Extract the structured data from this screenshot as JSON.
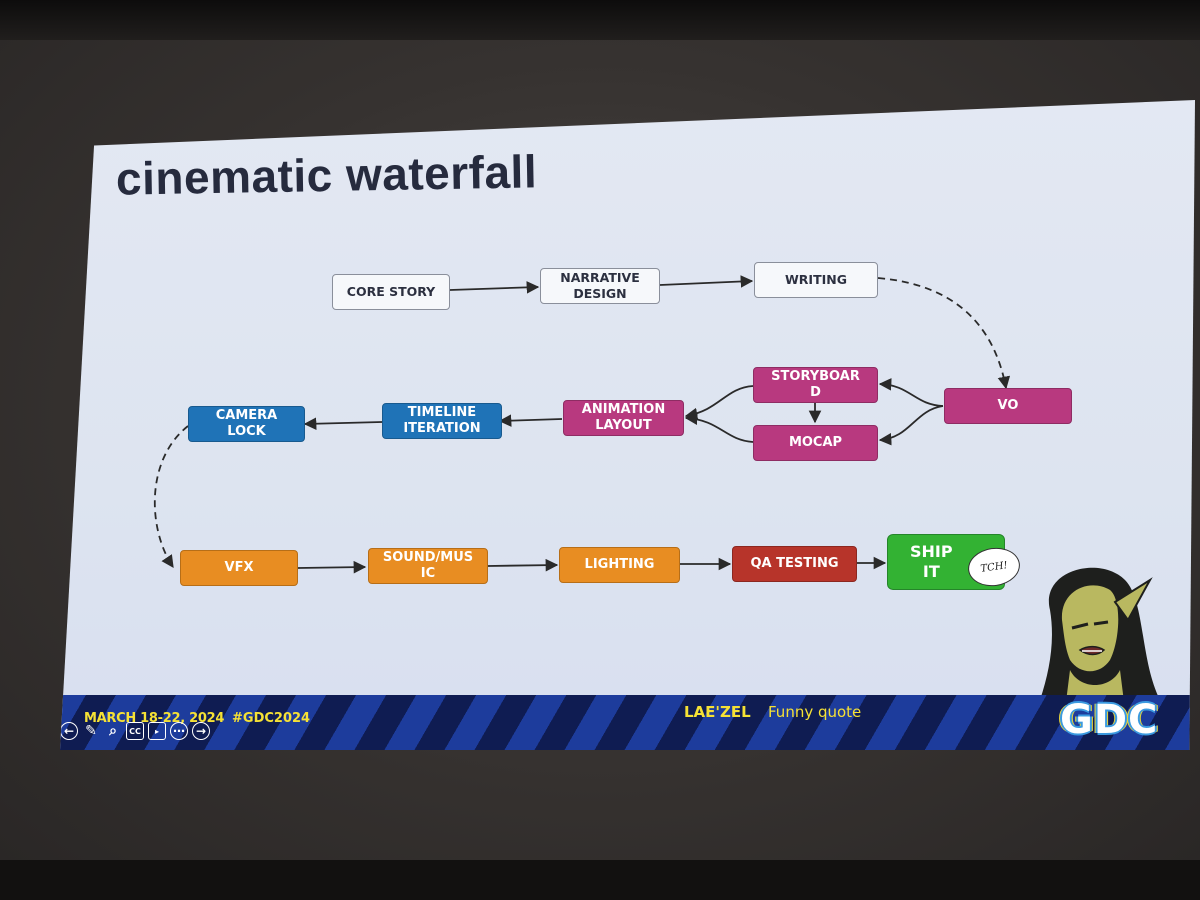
{
  "slide": {
    "title": "cinematic waterfall"
  },
  "nodes": [
    {
      "id": "core_story",
      "label": "CORE STORY",
      "color": "white"
    },
    {
      "id": "narrative",
      "label": "NARRATIVE\nDESIGN",
      "color": "white"
    },
    {
      "id": "writing",
      "label": "WRITING",
      "color": "white"
    },
    {
      "id": "vo",
      "label": "VO",
      "color": "pink"
    },
    {
      "id": "storyboard",
      "label": "STORYBOAR\nD",
      "color": "pink"
    },
    {
      "id": "mocap",
      "label": "MOCAP",
      "color": "pink"
    },
    {
      "id": "animation",
      "label": "ANIMATION\nLAYOUT",
      "color": "pink"
    },
    {
      "id": "timeline",
      "label": "TIMELINE\nITERATION",
      "color": "blue"
    },
    {
      "id": "camera",
      "label": "CAMERA\nLOCK",
      "color": "blue"
    },
    {
      "id": "vfx",
      "label": "VFX",
      "color": "orange"
    },
    {
      "id": "sound",
      "label": "SOUND/MUS\nIC",
      "color": "orange"
    },
    {
      "id": "lighting",
      "label": "LIGHTING",
      "color": "orange"
    },
    {
      "id": "qa",
      "label": "QA TESTING",
      "color": "red"
    },
    {
      "id": "ship",
      "label": "SHIP\nIT",
      "color": "green"
    }
  ],
  "speech_bubble": "TCH!",
  "banner": {
    "dates": "MARCH 18-22, 2024",
    "hashtag": "#GDC2024",
    "speaker": "LAE'ZEL",
    "quote": "Funny quote",
    "logo": "GDC"
  },
  "colors": {
    "white": "#f6f8fb",
    "pink": "#b8397f",
    "blue": "#1f73b7",
    "orange": "#e88d22",
    "red": "#b7342a",
    "green": "#33b233",
    "banner_text": "#f5e135"
  },
  "controls": [
    "back-arrow-icon",
    "pen-icon",
    "zoom-icon",
    "captions-icon",
    "camera-icon",
    "more-icon",
    "forward-arrow-icon"
  ]
}
